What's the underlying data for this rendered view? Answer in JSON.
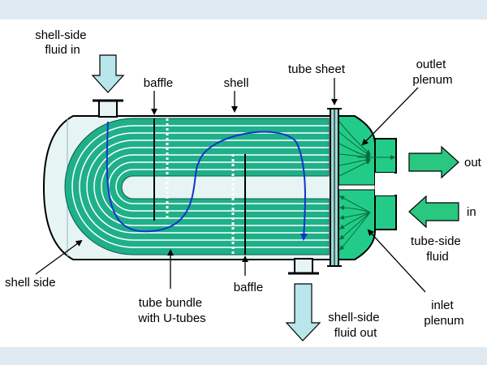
{
  "labels": {
    "shell_side_fluid_in": [
      "shell-side",
      "fluid in"
    ],
    "baffle_top": "baffle",
    "shell": "shell",
    "tube_sheet": "tube sheet",
    "outlet_plenum": [
      "outlet",
      "plenum"
    ],
    "out": "out",
    "in": "in",
    "tube_side_fluid": [
      "tube-side",
      "fluid"
    ],
    "shell_side": "shell side",
    "tube_bundle": [
      "tube bundle",
      "with U-tubes"
    ],
    "baffle_bottom": "baffle",
    "shell_side_fluid_out": [
      "shell-side",
      "fluid out"
    ],
    "inlet_plenum": [
      "inlet",
      "plenum"
    ]
  },
  "colors": {
    "background": "#ffffff",
    "frame": "#dfe9f1",
    "shell_fill": "#e6f4f4",
    "tube_bundle": "#1fb089",
    "tube_line": "#ffffff",
    "plenum": "#22cc88",
    "nozzle_arrow": "#b8e6ea",
    "port_arrow": "#29c77f",
    "flow_path": "#1133cc",
    "outline": "#000000"
  }
}
